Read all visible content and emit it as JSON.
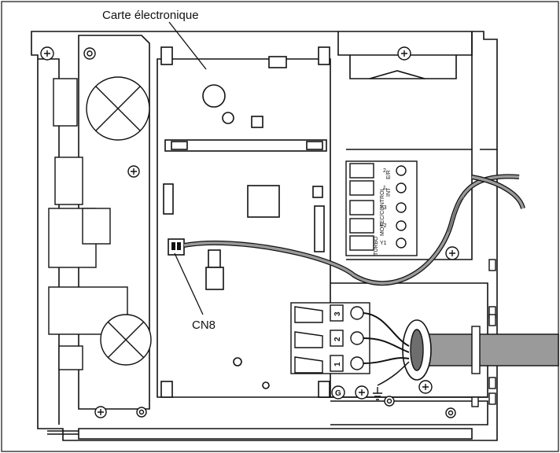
{
  "labels": {
    "board": "Carte électronique",
    "connector": "CN8"
  },
  "terminal_block_upper": {
    "pins": [
      "Y1",
      "Y2",
      "Y3",
      "1",
      "2"
    ],
    "captions": [
      "TURBO",
      "MOTEC/CONTROL",
      "INT",
      "E/R"
    ]
  },
  "terminal_block_lower": {
    "pins": [
      "1",
      "2",
      "3"
    ]
  },
  "ground_label": "G",
  "colors": {
    "line": "#111111",
    "cable": "#9a9a9a",
    "cable_dark": "#6e6e6e",
    "background": "#ffffff"
  }
}
